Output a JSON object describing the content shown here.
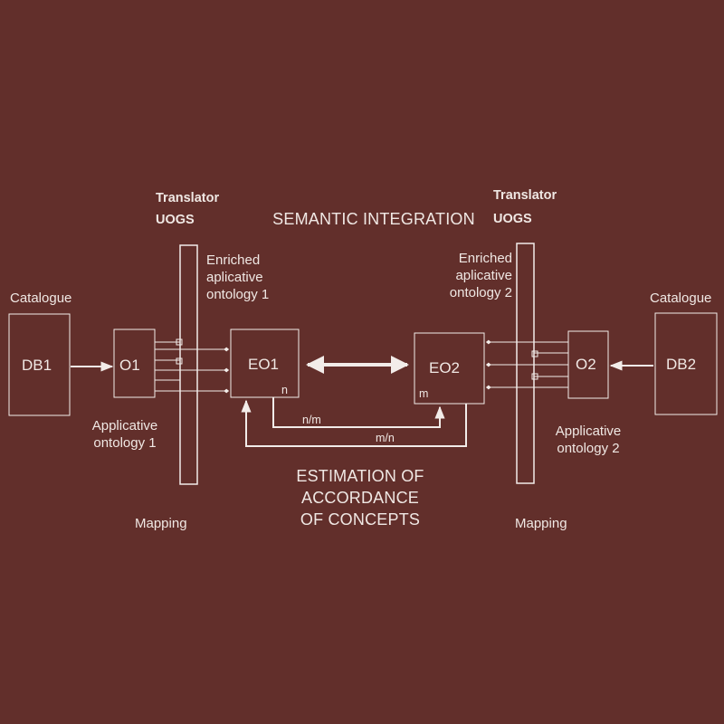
{
  "diagram": {
    "title": "SEMANTIC INTEGRATION",
    "estimation": {
      "line1": "ESTIMATION OF",
      "line2": "ACCORDANCE",
      "line3": "OF CONCEPTS"
    },
    "left": {
      "translator": "Translator",
      "uogs": "UOGS",
      "catalogue": "Catalogue",
      "db": "DB1",
      "ontology": "O1",
      "applicative_line1": "Applicative",
      "applicative_line2": "ontology 1",
      "enriched_line1": "Enriched",
      "enriched_line2": "aplicative",
      "enriched_line3": "ontology 1",
      "enriched_box": "EO1",
      "enriched_box_sub": "n",
      "mapping": "Mapping"
    },
    "right": {
      "translator": "Translator",
      "uogs": "UOGS",
      "catalogue": "Catalogue",
      "db": "DB2",
      "ontology": "O2",
      "applicative_line1": "Applicative",
      "applicative_line2": "ontology 2",
      "enriched_line1": "Enriched",
      "enriched_line2": "aplicative",
      "enriched_line3": "ontology 2",
      "enriched_box": "EO2",
      "enriched_box_sub": "m",
      "mapping": "Mapping"
    },
    "ratio_nm": "n/m",
    "ratio_mn": "m/n"
  },
  "colors": {
    "background": "#622f2b",
    "stroke": "#f2ece9"
  }
}
